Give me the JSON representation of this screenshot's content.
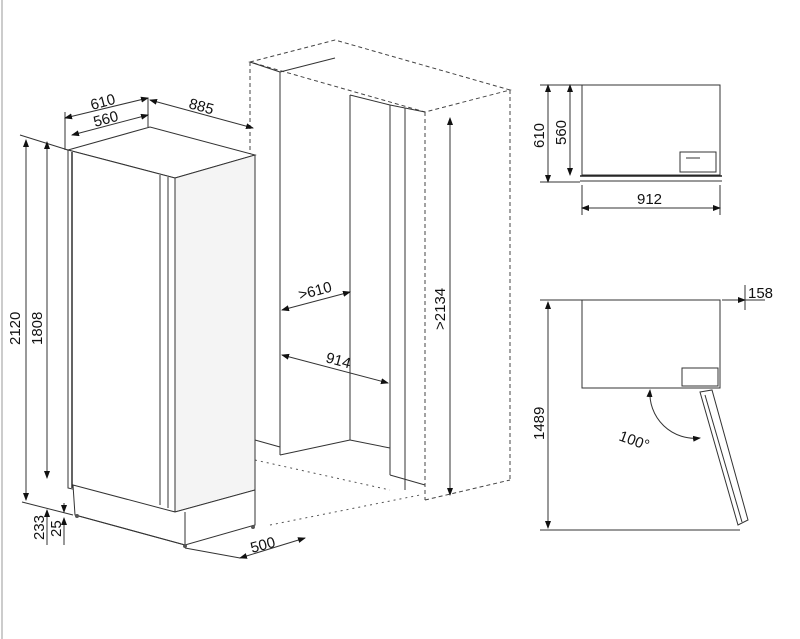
{
  "fridge_view": {
    "width_outer": "610",
    "width_inner": "560",
    "depth": "885",
    "height_total": "2120",
    "height_body": "1808",
    "plinth_height": "233",
    "feet_height": "25",
    "plinth_depth": "500"
  },
  "niche_view": {
    "min_width": ">610",
    "depth": "914",
    "min_height": ">2134"
  },
  "top_view": {
    "depth_outer": "610",
    "depth_inner": "560",
    "width": "912"
  },
  "door_view": {
    "door_offset": "158",
    "height": "1489",
    "opening_angle": "100°"
  }
}
